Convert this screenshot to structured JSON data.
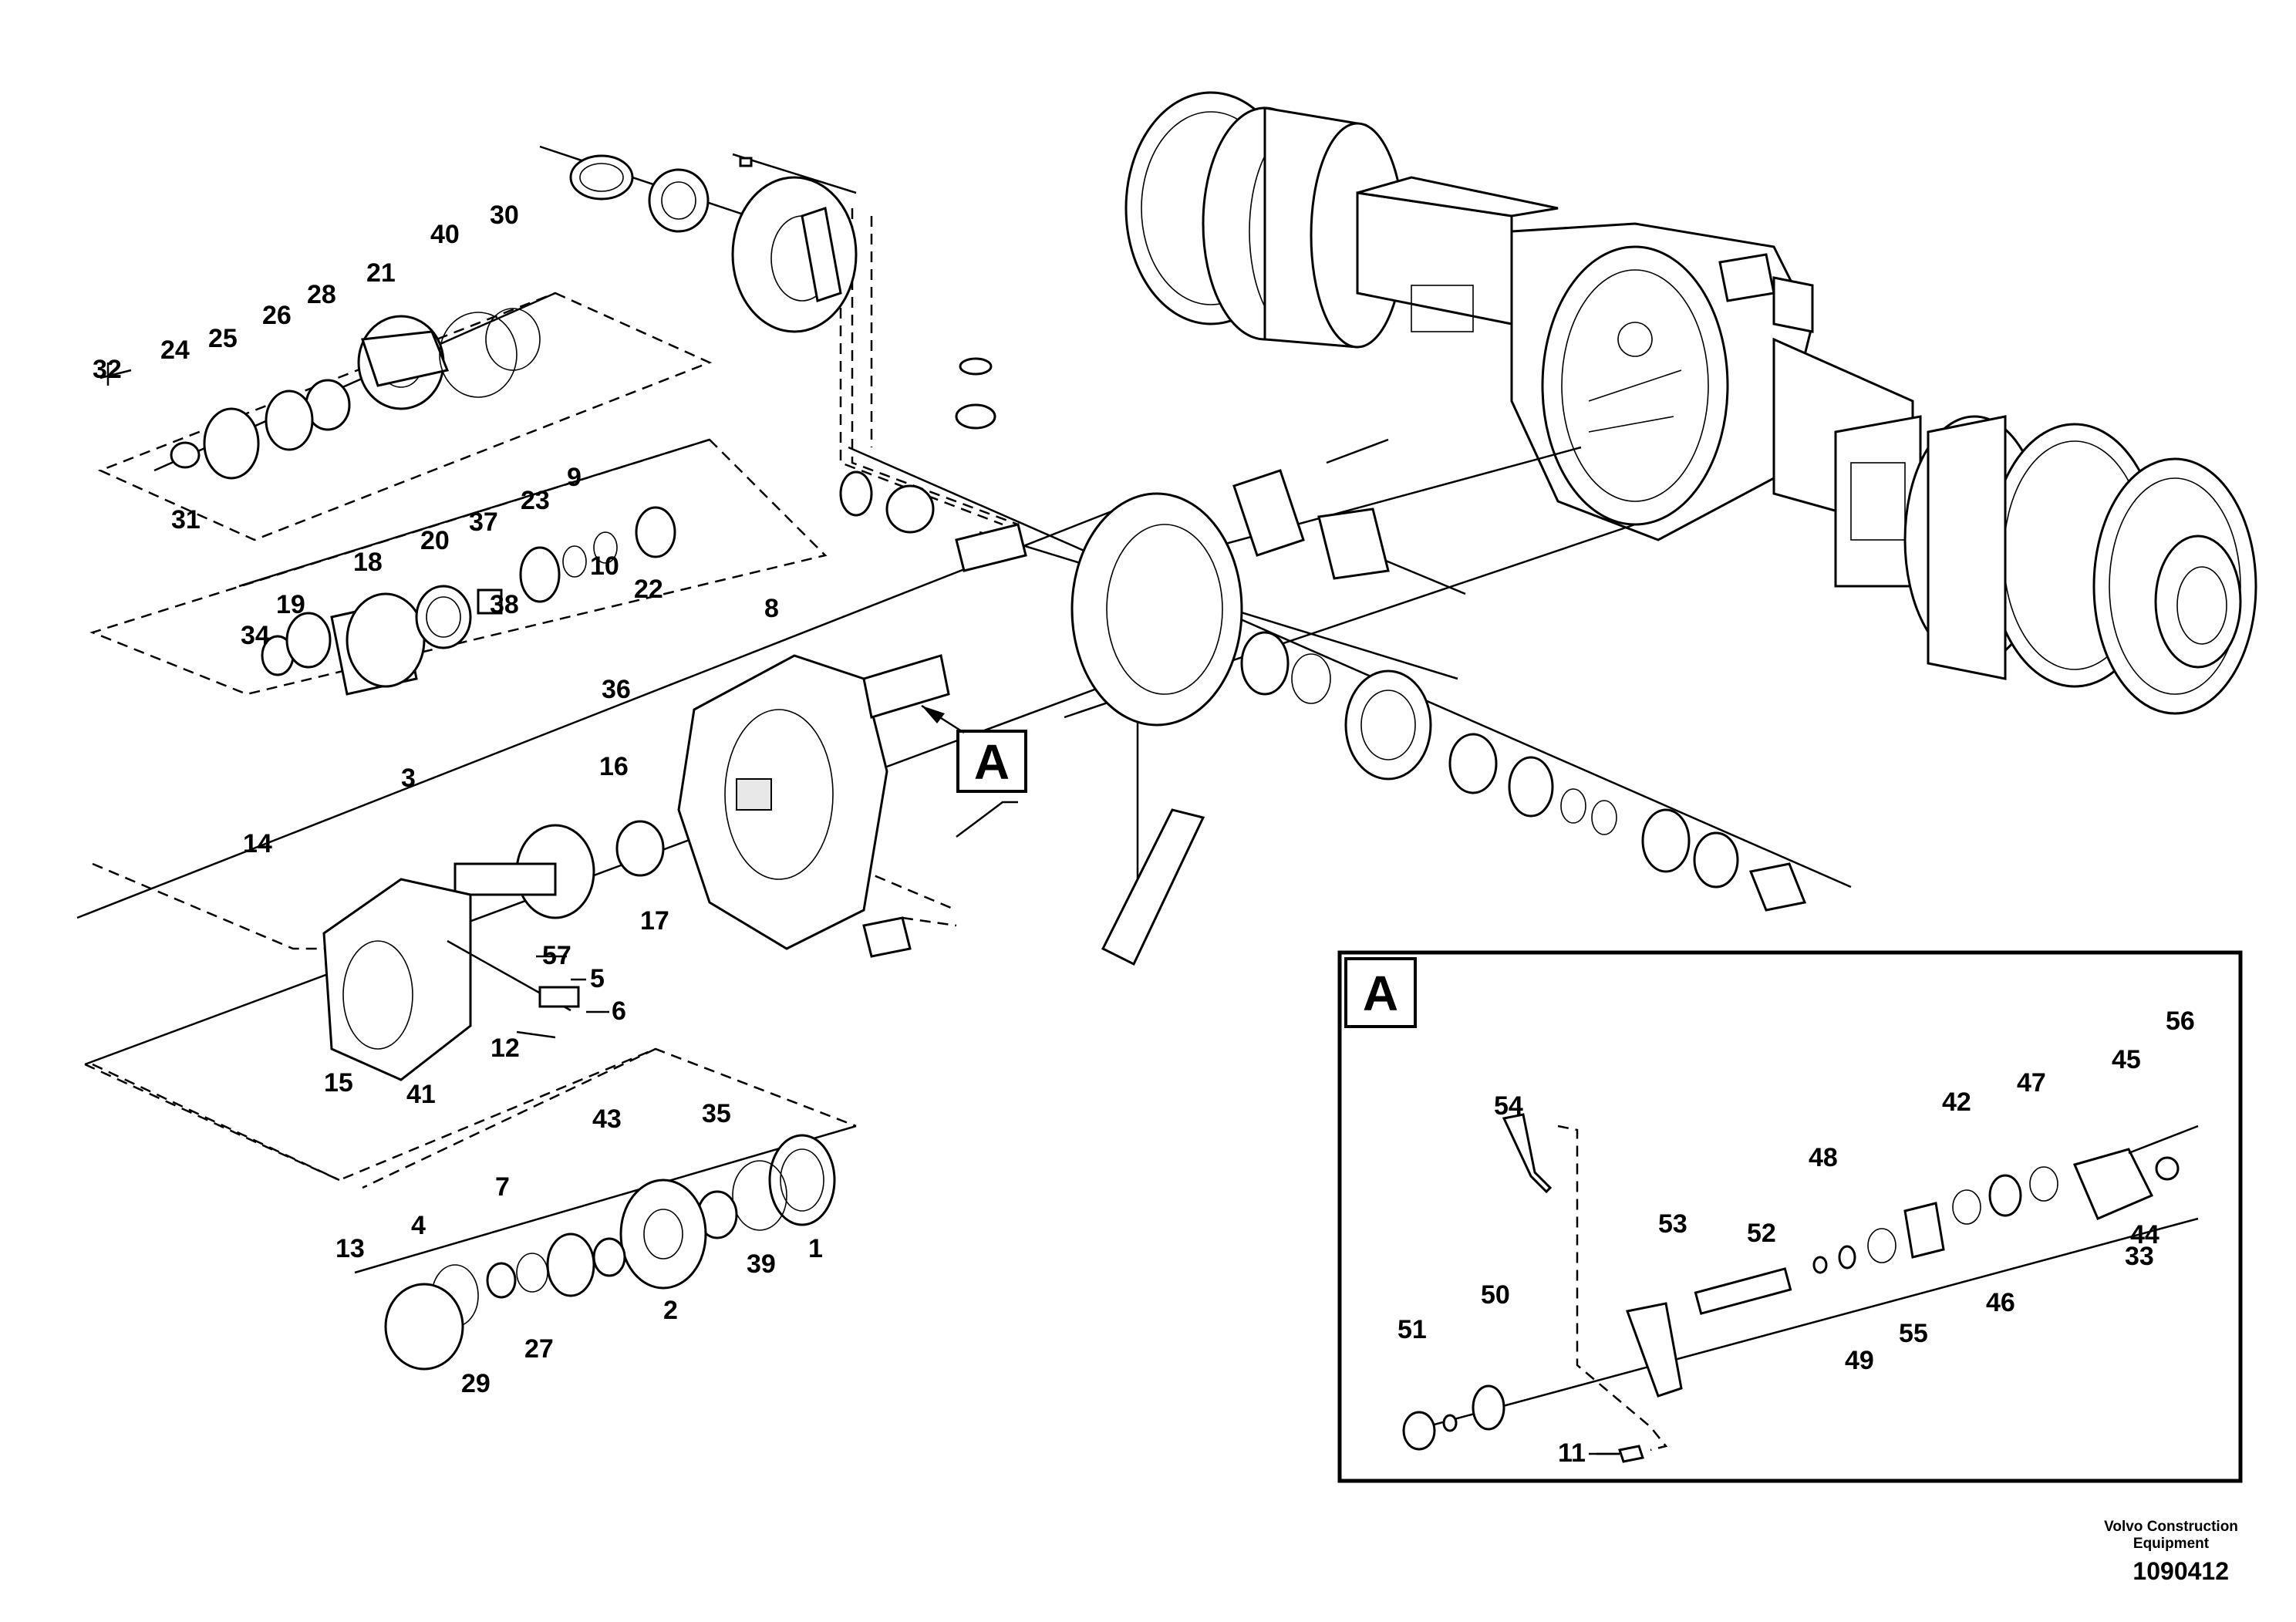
{
  "diagram": {
    "callouts": [
      "1",
      "2",
      "3",
      "4",
      "5",
      "6",
      "7",
      "8",
      "9",
      "10",
      "11",
      "12",
      "13",
      "14",
      "15",
      "16",
      "17",
      "18",
      "19",
      "20",
      "21",
      "22",
      "23",
      "24",
      "25",
      "26",
      "27",
      "28",
      "29",
      "30",
      "31",
      "32",
      "33",
      "34",
      "35",
      "36",
      "37",
      "38",
      "39",
      "40",
      "41",
      "42",
      "43",
      "44",
      "45",
      "46",
      "47",
      "48",
      "49",
      "50",
      "51",
      "52",
      "53",
      "54",
      "55",
      "56",
      "57"
    ],
    "detail_ref_label": "A",
    "detail_box_label": "A"
  },
  "footer": {
    "company_line1": "Volvo Construction",
    "company_line2": "Equipment",
    "drawing_number": "1090412"
  }
}
